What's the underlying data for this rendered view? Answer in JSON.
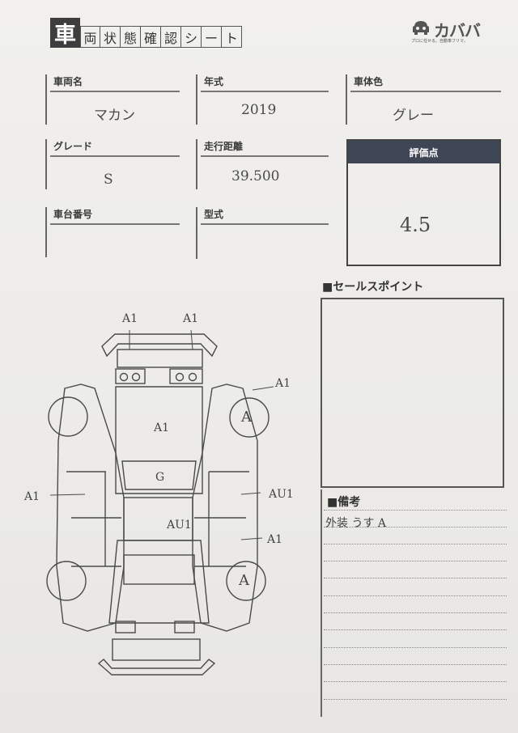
{
  "title": {
    "first_char": "車",
    "rest_chars": [
      "両",
      "状",
      "態",
      "確",
      "認",
      "シ",
      "ー",
      "ト"
    ]
  },
  "logo": {
    "brand": "カババ",
    "tagline": "プロに任せる。自動車フリマ。"
  },
  "fields": {
    "vehicle_name": {
      "label": "車両名",
      "value": "マカン"
    },
    "model_year": {
      "label": "年式",
      "value": "2019"
    },
    "body_color": {
      "label": "車体色",
      "value": "グレー"
    },
    "grade": {
      "label": "グレード",
      "value": "S"
    },
    "mileage": {
      "label": "走行距離",
      "value": "39.500"
    },
    "chassis_number": {
      "label": "車台番号",
      "value": ""
    },
    "model_code": {
      "label": "型式",
      "value": ""
    }
  },
  "score": {
    "label": "評価点",
    "value": "4.5"
  },
  "sale_points": {
    "title": "■セールスポイント"
  },
  "remarks": {
    "title": "■備考",
    "text": "外装 うす A"
  },
  "diagram_marks": {
    "front_bumper_left": "A1",
    "front_bumper_right": "A1",
    "hood": "A1",
    "windshield": "G",
    "roof": "AU1",
    "left_side": "A1",
    "right_front_fender": "A1",
    "right_front_wheel": "A",
    "right_side_upper": "AU1",
    "right_side_lower": "A1",
    "right_rear_wheel": "A"
  }
}
